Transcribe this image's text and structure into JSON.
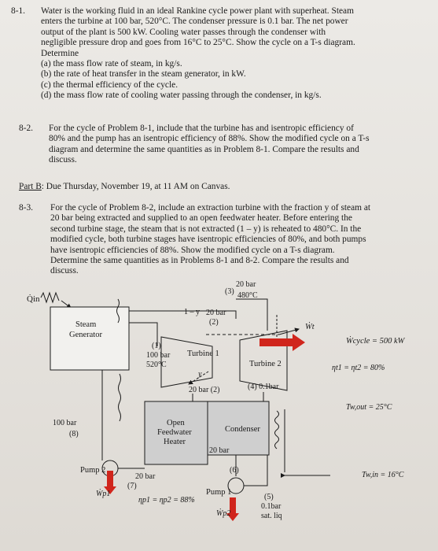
{
  "problems": [
    {
      "number": "8-1.",
      "lines": [
        "Water is the working fluid in an ideal Rankine cycle power plant with superheat. Steam",
        "enters the turbine at 100 bar, 520°C. The condenser pressure is 0.1 bar. The net power",
        "output of the plant is 500 kW. Cooling water passes through the condenser with",
        "negligible pressure drop and goes from 16°C to 25°C. Show the cycle on a T-s diagram.",
        "Determine"
      ],
      "items": [
        "(a) the mass flow rate of steam, in kg/s.",
        "(b) the rate of heat transfer in the steam generator, in kW.",
        "(c) the thermal efficiency of the cycle.",
        "(d) the mass flow rate of cooling water passing through the condenser, in kg/s."
      ]
    },
    {
      "number": "8-2.",
      "lines": [
        "For the cycle of Problem 8-1, include that the turbine has and isentropic efficiency of",
        "80% and the pump has an isentropic efficiency of 88%. Show the modified cycle on a T-s",
        "diagram and determine the same quantities as in Problem 8-1. Compare the results and",
        "discuss."
      ]
    },
    {
      "number": "8-3.",
      "lines": [
        "For the cycle of Problem 8-2, include an extraction turbine with the fraction y of steam at",
        "20 bar being extracted and supplied to an open feedwater heater. Before entering the",
        "second turbine stage, the steam that is not extracted (1 – y) is reheated to 480°C. In the",
        "modified cycle, both turbine stages have isentropic efficiencies of 80%, and both pumps",
        "have isentropic efficiencies of 88%. Show the modified cycle on a T-s diagram.",
        "Determine the same quantities as in Problems 8-1 and 8-2. Compare the results and",
        "discuss."
      ]
    }
  ],
  "part_b": {
    "label": "Part B",
    "text": ": Due Thursday, November 19, at 11 AM on Canvas."
  },
  "diagram": {
    "q_in": "Q̇in",
    "steam_generator": [
      "Steam",
      "Generator"
    ],
    "state1": [
      "(1)",
      "100 bar",
      "520°C"
    ],
    "state3": [
      "20 bar",
      "(3)",
      "480°C"
    ],
    "one_minus_y": "1 – y",
    "state2_top": [
      "20 bar",
      "(2)"
    ],
    "turbine1": "Turbine 1",
    "turbine2": "Turbine 2",
    "y": "y",
    "state2_bottom": "20 bar (2)",
    "state4": "(4) 0.1bar",
    "w_t": "Ẇt",
    "w_cycle": "Ẇcycle = 500 kW",
    "eta_t": "ηt1 = ηt2 = 80%",
    "t_w_out": "Tw,out = 25°C",
    "t_w_in": "Tw,in = 16°C",
    "open_fwh": [
      "Open",
      "Feedwater",
      "Heater"
    ],
    "condenser": "Condenser",
    "state8": [
      "100 bar",
      "(8)"
    ],
    "pump2": "Pump 2",
    "state7": [
      "20 bar",
      "(7)"
    ],
    "w_p1": "Ẇp1",
    "eta_p": "ηp1 = ηp2 = 88%",
    "state20": "20 bar",
    "state6": "(6)",
    "pump1": "Pump 1",
    "state5": [
      "(5)",
      "0.1bar",
      "sat. liq"
    ],
    "w_p2": "Ẇp2"
  },
  "colors": {
    "page": "#e6e3de",
    "text": "#1a1a1a",
    "box_fill": "#cfcfcf",
    "arrow_red": "#d0251c"
  }
}
